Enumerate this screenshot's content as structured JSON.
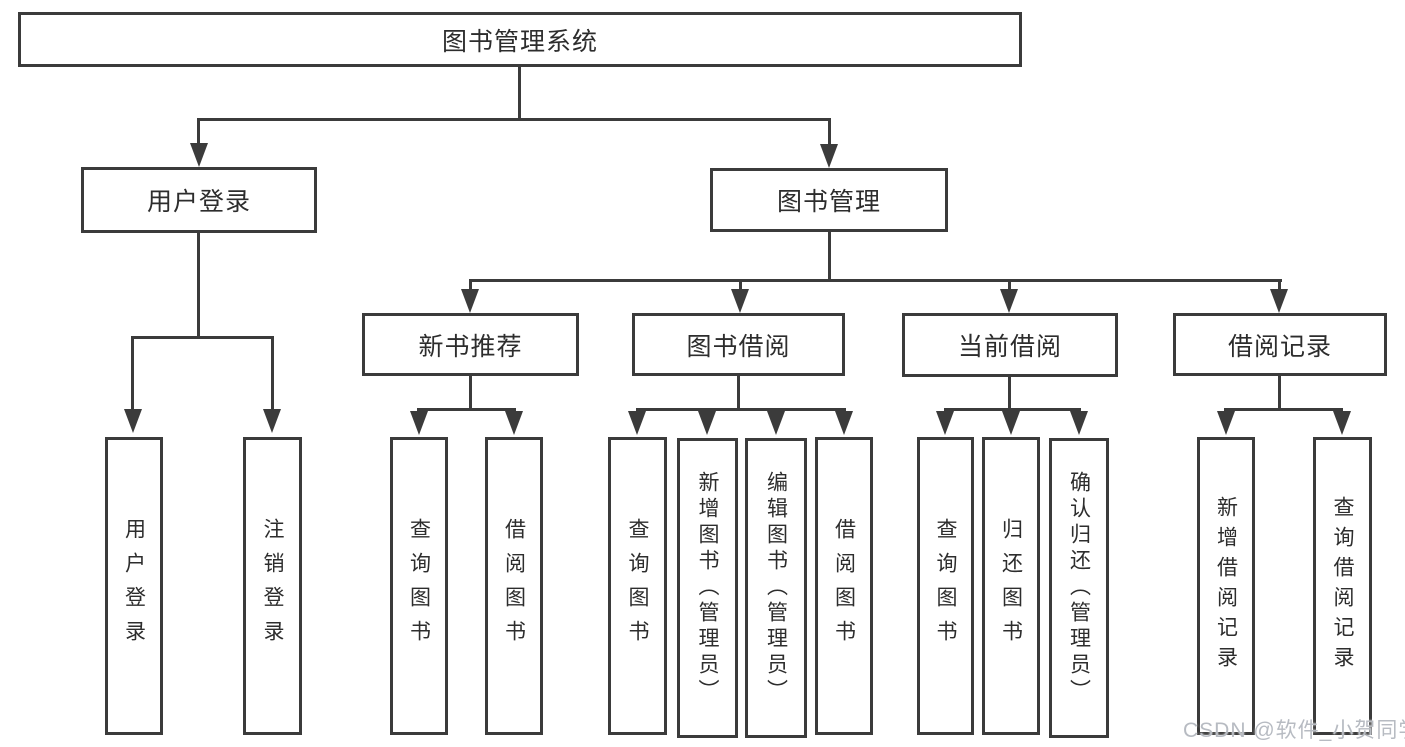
{
  "diagram": {
    "root": {
      "label": "图书管理系统"
    },
    "branches": [
      {
        "label": "用户登录",
        "children": [
          {
            "label": "用户登录"
          },
          {
            "label": "注销登录"
          }
        ]
      },
      {
        "label": "图书管理",
        "children": [
          {
            "label": "新书推荐",
            "children": [
              {
                "label": "查询图书"
              },
              {
                "label": "借阅图书"
              }
            ]
          },
          {
            "label": "图书借阅",
            "children": [
              {
                "label": "查询图书"
              },
              {
                "label": "新增图书（管理员）"
              },
              {
                "label": "编辑图书（管理员）"
              },
              {
                "label": "借阅图书"
              }
            ]
          },
          {
            "label": "当前借阅",
            "children": [
              {
                "label": "查询图书"
              },
              {
                "label": "归还图书"
              },
              {
                "label": "确认归还（管理员）"
              }
            ]
          },
          {
            "label": "借阅记录",
            "children": [
              {
                "label": "新增借阅记录"
              },
              {
                "label": "查询借阅记录"
              }
            ]
          }
        ]
      }
    ]
  },
  "watermark": {
    "text": "CSDN @软件_小贺同学"
  },
  "colors": {
    "line": "#3b3b3b",
    "text": "#2d2d2d",
    "background": "#ffffff",
    "watermark": "#b7bbc2"
  }
}
